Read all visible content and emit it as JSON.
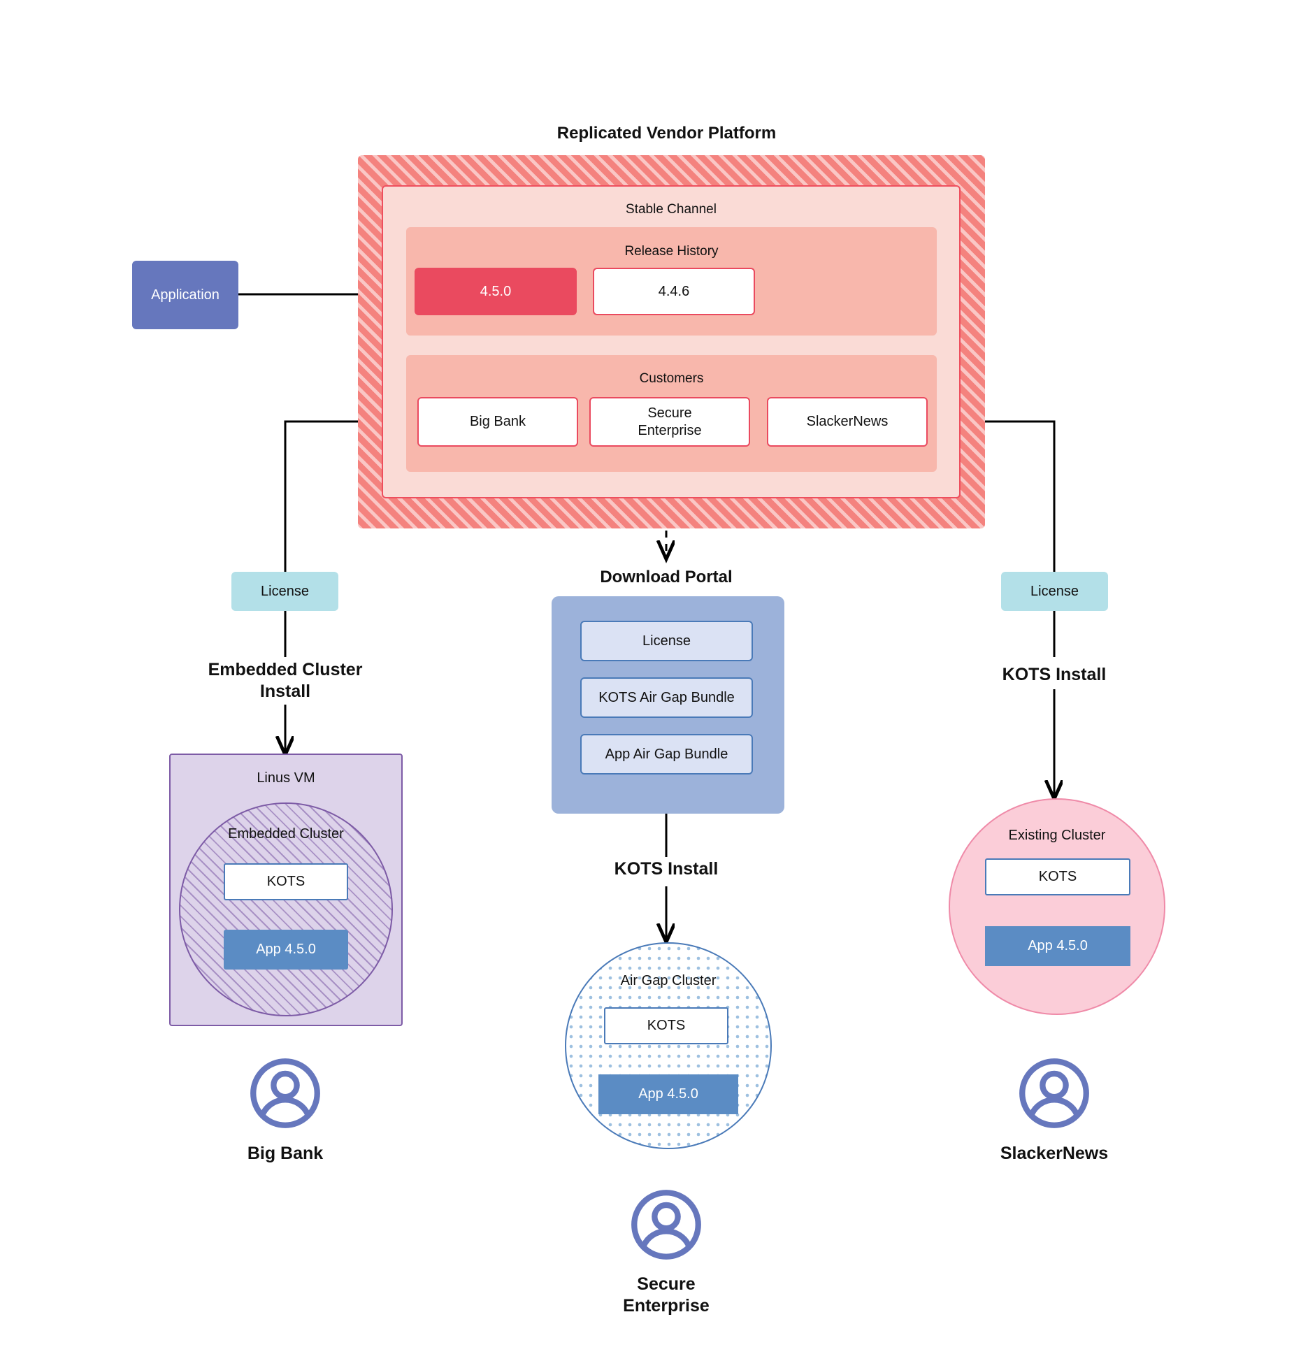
{
  "diagram": {
    "title": "Replicated Vendor Platform",
    "application_chip": "Application",
    "vendor_platform": {
      "channel_label": "Stable Channel",
      "release_history": {
        "label": "Release History",
        "releases": [
          {
            "version": "4.5.0",
            "state": "current"
          },
          {
            "version": "4.4.6",
            "state": "previous"
          }
        ]
      },
      "customers": {
        "label": "Customers",
        "items": [
          {
            "name": "Big Bank"
          },
          {
            "name": "Secure\nEnterprise"
          },
          {
            "name": "SlackerNews"
          }
        ]
      }
    },
    "download_portal": {
      "title": "Download  Portal",
      "items": [
        "License",
        "KOTS Air Gap Bundle",
        "App Air Gap Bundle"
      ]
    },
    "branches": {
      "left": {
        "license_label": "License",
        "install_label": "Embedded Cluster\nInstall",
        "host_label": "Linus VM",
        "cluster_label": "Embedded Cluster",
        "kots_label": "KOTS",
        "app_label": "App 4.5.0",
        "persona": "Big Bank"
      },
      "center": {
        "install_label": "KOTS Install",
        "cluster_label": "Air Gap Cluster",
        "kots_label": "KOTS",
        "app_label": "App 4.5.0",
        "persona": "Secure\nEnterprise"
      },
      "right": {
        "license_label": "License",
        "install_label": "KOTS Install",
        "cluster_label": "Existing Cluster",
        "kots_label": "KOTS",
        "app_label": "App 4.5.0",
        "persona": "SlackerNews"
      }
    },
    "colors": {
      "vendor_hatch": "#f4827e",
      "channel_bg": "#fadbd6",
      "panel_bg": "#f8b7ac",
      "release_current": "#ea4a5f",
      "license_chip": "#b3e0e8",
      "portal_bg": "#9cb2da",
      "portal_item": "#dbe2f4",
      "app_blue": "#5b8cc4",
      "app_chip": "#6677bd",
      "vm_purple": "#7d5ba6",
      "existing_pink": "#fbcdd8",
      "persona_icon": "#6677bd"
    }
  }
}
